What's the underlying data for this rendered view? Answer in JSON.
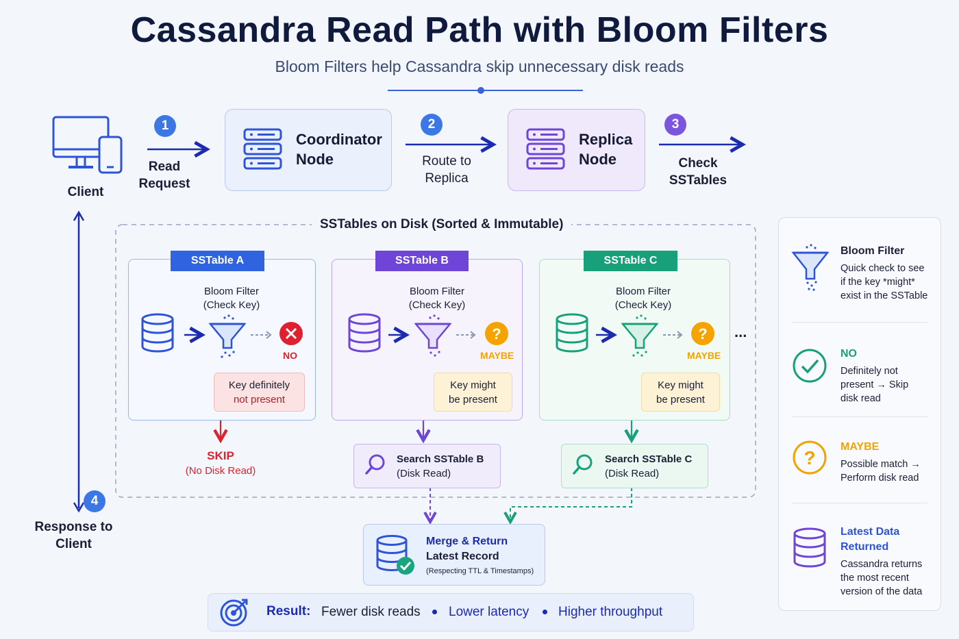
{
  "title": "Cassandra Read Path with Bloom Filters",
  "subtitle": "Bloom Filters help Cassandra skip unnecessary disk reads",
  "flow": {
    "client": "Client",
    "step1": {
      "num": "1",
      "label_line1": "Read",
      "label_line2": "Request"
    },
    "coordinator": {
      "line1": "Coordinator",
      "line2": "Node"
    },
    "step2": {
      "num": "2",
      "label_line1": "Route to",
      "label_line2": "Replica"
    },
    "replica": {
      "line1": "Replica",
      "line2": "Node"
    },
    "step3": {
      "num": "3",
      "label_line1": "Check",
      "label_line2": "SSTables"
    },
    "step4": {
      "num": "4",
      "label_line1": "Response to",
      "label_line2": "Client"
    }
  },
  "sstables_title": "SSTables on Disk (Sorted & Immutable)",
  "sstables": [
    {
      "name": "SSTable A",
      "bf_line1": "Bloom Filter",
      "bf_line2": "(Check Key)",
      "result": "NO",
      "note_line1": "Key definitely",
      "note_line2": "not present"
    },
    {
      "name": "SSTable B",
      "bf_line1": "Bloom Filter",
      "bf_line2": "(Check Key)",
      "result": "MAYBE",
      "note_line1": "Key might",
      "note_line2": "be present"
    },
    {
      "name": "SSTable C",
      "bf_line1": "Bloom Filter",
      "bf_line2": "(Check Key)",
      "result": "MAYBE",
      "note_line1": "Key might",
      "note_line2": "be present"
    }
  ],
  "ellipsis": "...",
  "skip": {
    "line1": "SKIP",
    "line2": "(No Disk Read)"
  },
  "search_b": {
    "line1": "Search SSTable B",
    "line2": "(Disk Read)"
  },
  "search_c": {
    "line1": "Search SSTable C",
    "line2": "(Disk Read)"
  },
  "merge": {
    "line1": "Merge & Return",
    "line2": "Latest Record",
    "line3": "(Respecting TTL & Timestamps)"
  },
  "result_bar": {
    "label": "Result:",
    "item1": "Fewer disk reads",
    "item2": "Lower latency",
    "item3": "Higher throughput"
  },
  "legend": [
    {
      "heading": "Bloom Filter",
      "lines": [
        "Quick check to see",
        "if the key *might*",
        "exist in the SSTable"
      ]
    },
    {
      "heading": "NO",
      "lines": [
        "Definitely not",
        "present → Skip",
        "disk read"
      ]
    },
    {
      "heading": "MAYBE",
      "lines": [
        "Possible match →",
        "Perform disk read"
      ]
    },
    {
      "heading": "Latest Data Returned",
      "lines": [
        "Cassandra returns",
        "the most recent",
        "version of the data"
      ]
    }
  ],
  "colors": {
    "blue": "#2d54d6",
    "purple": "#6e45d6",
    "green": "#17a07a",
    "red": "#d9232f",
    "orange": "#f2a300",
    "navy": "#1b2bb0"
  },
  "icons": [
    "monitor-icon",
    "phone-icon",
    "server-icon",
    "database-icon",
    "funnel-icon",
    "x-circle-icon",
    "question-circle-icon",
    "magnifier-icon",
    "check-circle-icon",
    "target-icon"
  ]
}
